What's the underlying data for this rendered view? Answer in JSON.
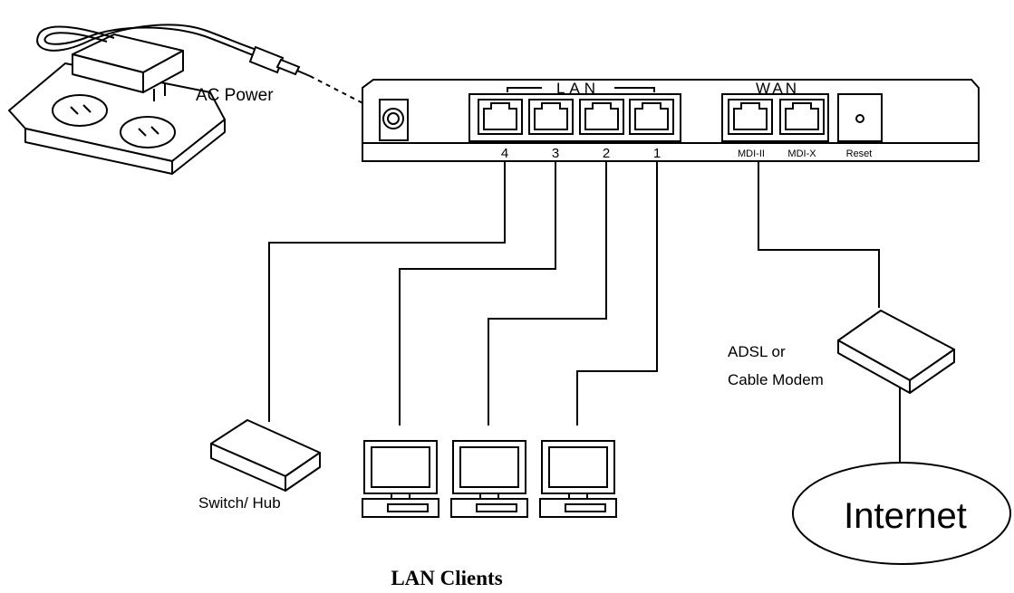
{
  "labels": {
    "ac_power": "AC Power",
    "lan_group": "LAN",
    "wan_group": "WAN",
    "port_4": "4",
    "port_3": "3",
    "port_2": "2",
    "port_1": "1",
    "mdi_ii": "MDI-II",
    "mdi_x": "MDI-X",
    "reset": "Reset",
    "modem_line1": "ADSL or",
    "modem_line2": "Cable Modem",
    "internet": "Internet",
    "switch_hub": "Switch/ Hub",
    "caption": "LAN Clients"
  }
}
